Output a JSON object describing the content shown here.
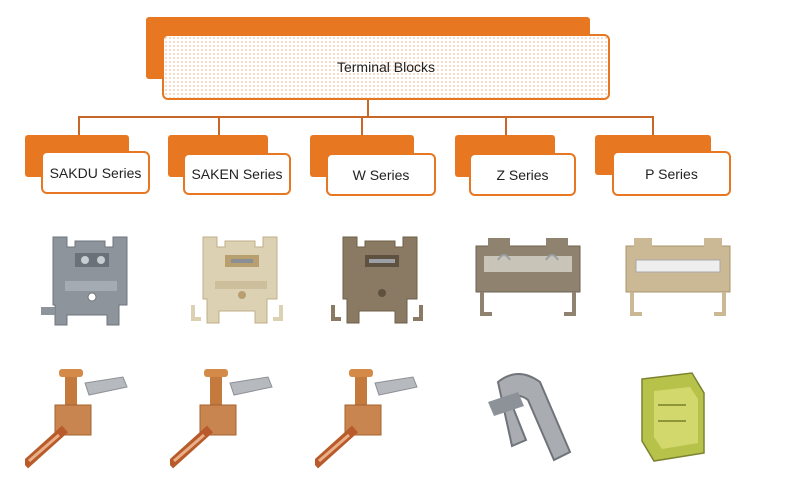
{
  "root": {
    "label": "Terminal Blocks"
  },
  "series": [
    {
      "label": "SAKDU Series"
    },
    {
      "label": "SAKEN Series"
    },
    {
      "label": "W Series"
    },
    {
      "label": "Z Series"
    },
    {
      "label": "P Series"
    }
  ],
  "colors": {
    "accent": "#e87722",
    "connector": "#c8672a"
  },
  "images": {
    "row1": [
      "grey-terminal-block",
      "beige-terminal-block",
      "brown-terminal-block",
      "brown-spring-terminal-block",
      "beige-push-in-terminal-block"
    ],
    "row2": [
      "copper-screw-clamp",
      "copper-screw-clamp",
      "copper-screw-clamp",
      "steel-spring-clamp",
      "green-push-in-clamp"
    ]
  }
}
